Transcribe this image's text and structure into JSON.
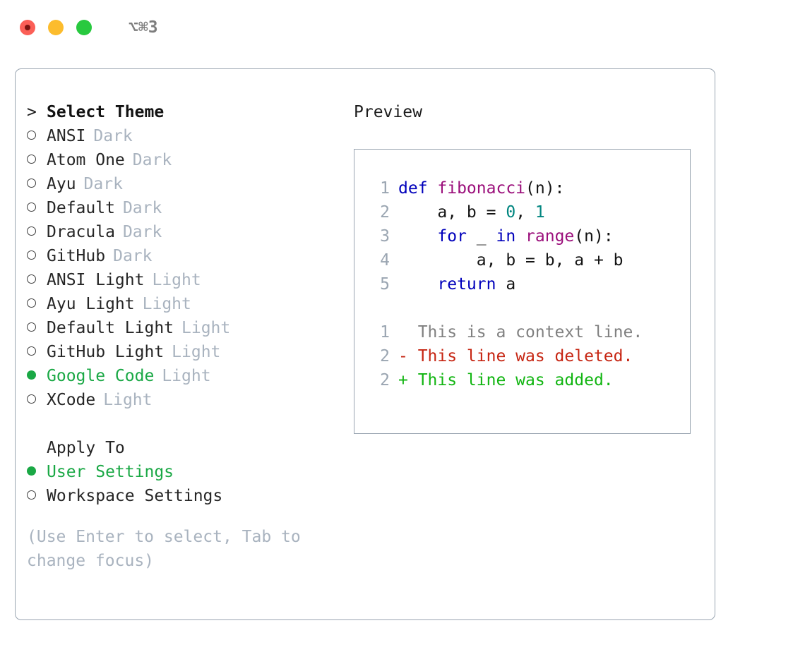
{
  "titlebar": {
    "shortcut": "⌥⌘3",
    "lights": [
      "close",
      "minimize",
      "maximize"
    ]
  },
  "theme_selector": {
    "header_prefix": ">",
    "header_label": "Select Theme",
    "items": [
      {
        "marker": "○",
        "name": "ANSI",
        "tag": "Dark",
        "selected": false
      },
      {
        "marker": "○",
        "name": "Atom One",
        "tag": "Dark",
        "selected": false
      },
      {
        "marker": "○",
        "name": "Ayu",
        "tag": "Dark",
        "selected": false
      },
      {
        "marker": "○",
        "name": "Default",
        "tag": "Dark",
        "selected": false
      },
      {
        "marker": "○",
        "name": "Dracula",
        "tag": "Dark",
        "selected": false
      },
      {
        "marker": "○",
        "name": "GitHub",
        "tag": "Dark",
        "selected": false
      },
      {
        "marker": "○",
        "name": "ANSI Light",
        "tag": "Light",
        "selected": false
      },
      {
        "marker": "○",
        "name": "Ayu Light",
        "tag": "Light",
        "selected": false
      },
      {
        "marker": "○",
        "name": "Default Light",
        "tag": "Light",
        "selected": false
      },
      {
        "marker": "○",
        "name": "GitHub Light",
        "tag": "Light",
        "selected": false
      },
      {
        "marker": "●",
        "name": "Google Code",
        "tag": "Light",
        "selected": true
      },
      {
        "marker": "○",
        "name": "XCode",
        "tag": "Light",
        "selected": false
      }
    ]
  },
  "apply_to": {
    "heading": "Apply To",
    "options": [
      {
        "marker": "●",
        "label": "User Settings",
        "selected": true
      },
      {
        "marker": "○",
        "label": "Workspace Settings",
        "selected": false
      }
    ]
  },
  "hint": "(Use Enter to select, Tab to change focus)",
  "preview": {
    "title": "Preview",
    "code_lines": [
      {
        "num": "1",
        "tokens": [
          {
            "t": "def ",
            "c": "kw"
          },
          {
            "t": "fibonacci",
            "c": "fn"
          },
          {
            "t": "(n):",
            "c": "txt"
          }
        ]
      },
      {
        "num": "2",
        "tokens": [
          {
            "t": "    a, b = ",
            "c": "txt"
          },
          {
            "t": "0",
            "c": "num"
          },
          {
            "t": ", ",
            "c": "txt"
          },
          {
            "t": "1",
            "c": "num"
          }
        ]
      },
      {
        "num": "3",
        "tokens": [
          {
            "t": "    ",
            "c": "txt"
          },
          {
            "t": "for",
            "c": "kw"
          },
          {
            "t": " _ ",
            "c": "txt"
          },
          {
            "t": "in",
            "c": "kw"
          },
          {
            "t": " ",
            "c": "txt"
          },
          {
            "t": "range",
            "c": "fn"
          },
          {
            "t": "(n):",
            "c": "txt"
          }
        ]
      },
      {
        "num": "4",
        "tokens": [
          {
            "t": "        a, b = b, a + b",
            "c": "txt"
          }
        ]
      },
      {
        "num": "5",
        "tokens": [
          {
            "t": "    ",
            "c": "txt"
          },
          {
            "t": "return",
            "c": "kw"
          },
          {
            "t": " a",
            "c": "txt"
          }
        ]
      }
    ],
    "diff_lines": [
      {
        "num": "1",
        "text": "  This is a context line.",
        "kind": "ctx"
      },
      {
        "num": "2",
        "text": "- This line was deleted.",
        "kind": "del"
      },
      {
        "num": "2",
        "text": "+ This line was added.",
        "kind": "add"
      }
    ]
  },
  "colors": {
    "accent_green": "#1aa845",
    "border": "#9aa5b1",
    "muted": "#a9b3bf",
    "keyword": "#0000bb",
    "function": "#9b0f7b",
    "number": "#00857f",
    "diff_deleted": "#c62512",
    "diff_added": "#11b511"
  }
}
